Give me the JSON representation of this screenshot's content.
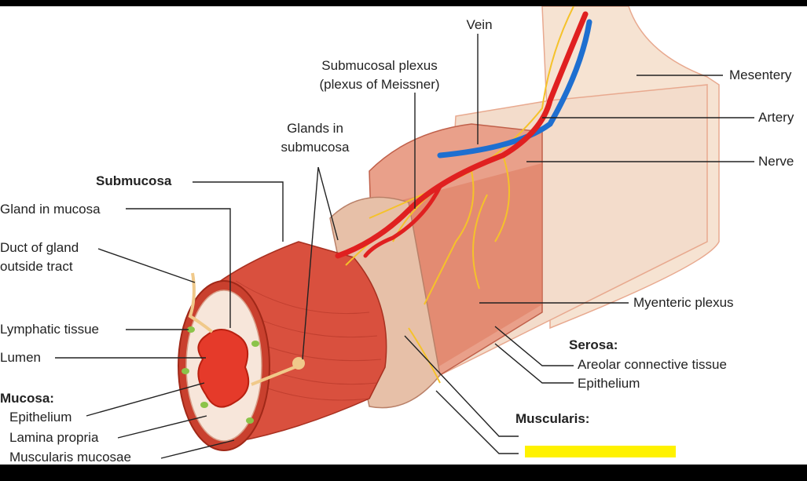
{
  "labels": {
    "vein": "Vein",
    "submucosal_plexus_line1": "Submucosal plexus",
    "submucosal_plexus_line2": "(plexus of Meissner)",
    "glands_submucosa_line1": "Glands in",
    "glands_submucosa_line2": "submucosa",
    "mesentery": "Mesentery",
    "artery": "Artery",
    "nerve": "Nerve",
    "submucosa": "Submucosa",
    "gland_in_mucosa": "Gland in mucosa",
    "duct_line1": "Duct of gland",
    "duct_line2": "outside tract",
    "lymphatic_tissue": "Lymphatic tissue",
    "lumen": "Lumen",
    "mucosa_heading": "Mucosa:",
    "epithelium_mucosa": "Epithelium",
    "lamina_propria": "Lamina propria",
    "muscularis_mucosae": "Muscularis mucosae",
    "myenteric_plexus": "Myenteric plexus",
    "serosa_heading": "Serosa:",
    "areolar": "Areolar connective tissue",
    "epithelium_serosa": "Epithelium",
    "muscularis_heading": "Muscularis:"
  },
  "colors": {
    "muscle": "#d9503e",
    "muscle_dark": "#b8382a",
    "serosa": "#f6e3d2",
    "artery": "#e02020",
    "vein": "#1e6fd0",
    "nerve": "#f5c22a",
    "redaction": "#fff200"
  }
}
